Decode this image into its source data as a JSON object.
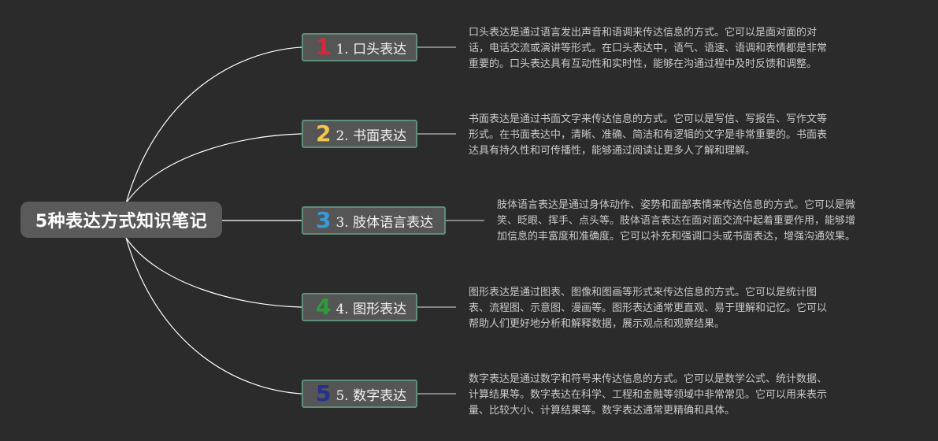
{
  "root": {
    "title": "5种表达方式知识笔记"
  },
  "branches": [
    {
      "icon": "number-1-icon",
      "icon_char": "1",
      "icon_color": "#d9273a",
      "label": "1. 口头表达",
      "description": "口头表达是通过语言发出声音和语调来传达信息的方式。它可以是面对面的对\n话，电话交流或演讲等形式。在口头表达中，语气、语速、语调和表情都是非常\n重要的。口头表达具有互动性和实时性，能够在沟通过程中及时反馈和调整。"
    },
    {
      "icon": "number-2-icon",
      "icon_char": "2",
      "icon_color": "#f3c64d",
      "label": "2. 书面表达",
      "description": "书面表达是通过书面文字来传达信息的方式。它可以是写信、写报告、写作文等\n形式。在书面表达中，清晰、准确、简洁和有逻辑的文字是非常重要的。书面表\n达具有持久性和可传播性，能够通过阅读让更多人了解和理解。"
    },
    {
      "icon": "number-3-icon",
      "icon_char": "3",
      "icon_color": "#3a9ad9",
      "label": "3. 肢体语言表达",
      "description": "肢体语言表达是通过身体动作、姿势和面部表情来传达信息的方式。它可以是微\n笑、眨眼、挥手、点头等。肢体语言表达在面对面交流中起着重要作用，能够增\n加信息的丰富度和准确度。它可以补充和强调口头或书面表达，增强沟通效果。"
    },
    {
      "icon": "number-4-icon",
      "icon_char": "4",
      "icon_color": "#2e9b3c",
      "label": "4. 图形表达",
      "description": "图形表达是通过图表、图像和图画等形式来传达信息的方式。它可以是统计图\n表、流程图、示意图、漫画等。图形表达通常更直观、易于理解和记忆。它可以\n帮助人们更好地分析和解释数据，展示观点和观察结果。"
    },
    {
      "icon": "number-5-icon",
      "icon_char": "5",
      "icon_color": "#25318f",
      "label": "5. 数字表达",
      "description": "数字表达是通过数字和符号来传达信息的方式。它可以是数学公式、统计数据、\n计算结果等。数字表达在科学、工程和金融等领域中非常常见。它可以用来表示\n量、比较大小、计算结果等。数字表达通常更精确和具体。"
    }
  ],
  "colors": {
    "background": "#2b2b2b",
    "root_fill": "#5a5a5a",
    "topic_fill": "#555555",
    "topic_border": "#5f8f78",
    "connector": "#ffffff"
  }
}
